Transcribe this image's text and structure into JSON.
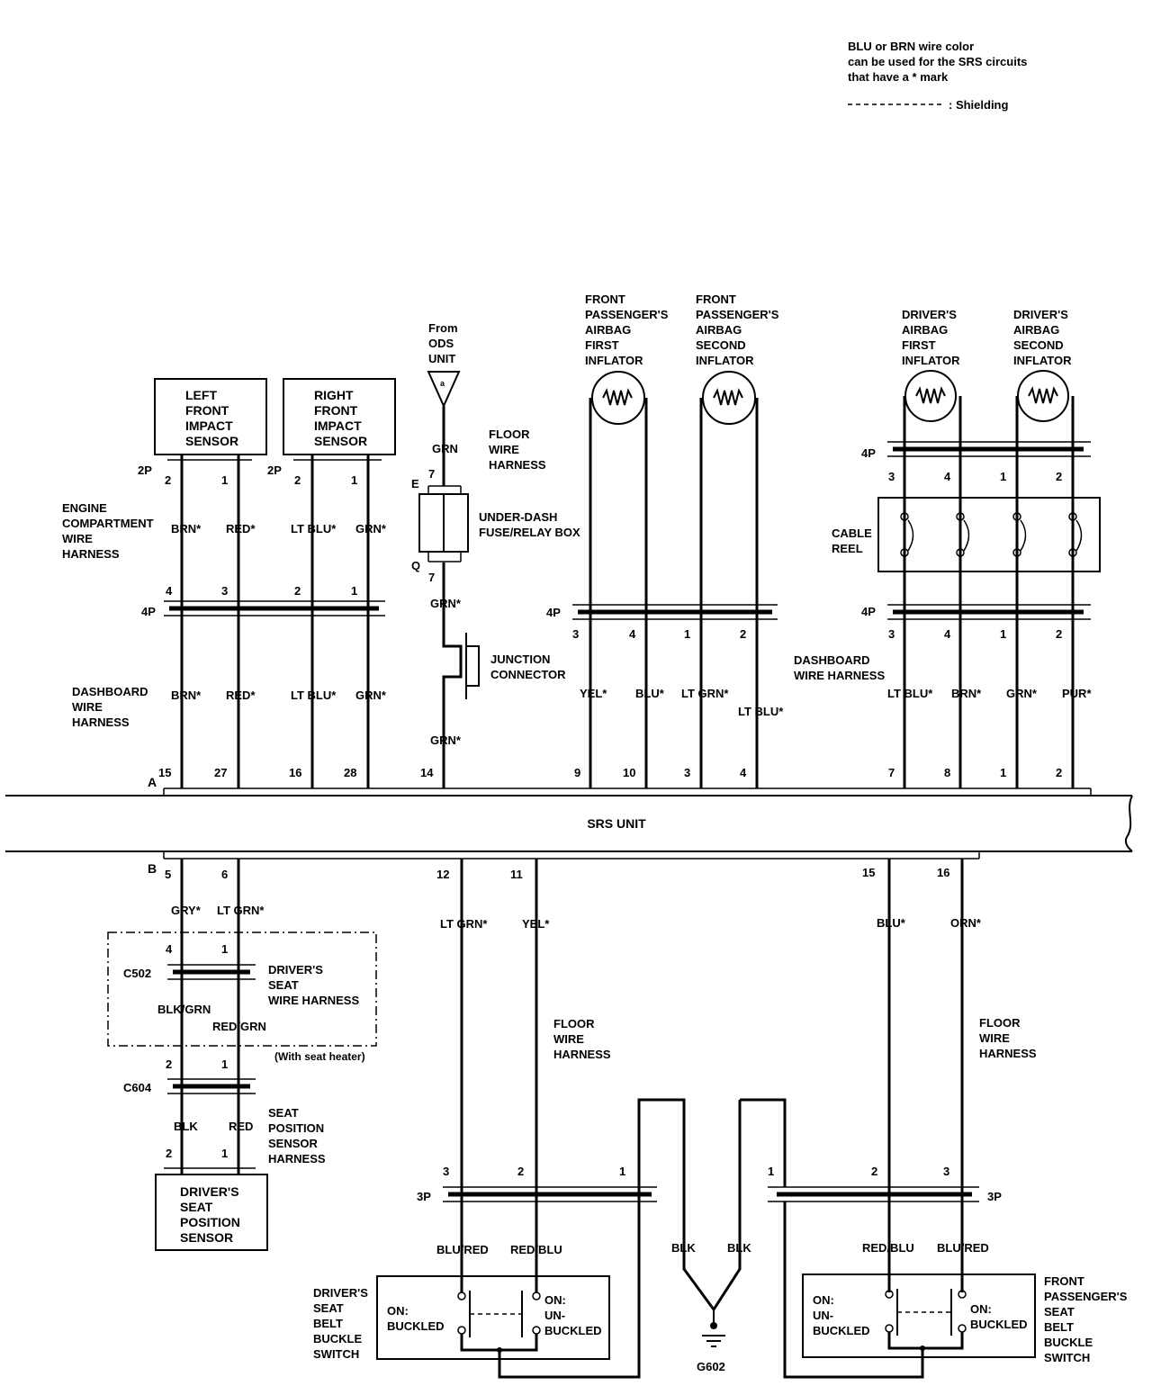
{
  "legend": {
    "note_line1": "BLU or BRN wire color",
    "note_line2": "can be used for the SRS circuits",
    "note_line3": "that have a * mark",
    "shielding": ": Shielding"
  },
  "srs_unit": "SRS UNIT",
  "connector_a": "A",
  "connector_b": "B",
  "left_sensor": [
    "LEFT",
    "FRONT",
    "IMPACT",
    "SENSOR"
  ],
  "right_sensor": [
    "RIGHT",
    "FRONT",
    "IMPACT",
    "SENSOR"
  ],
  "ods": [
    "From",
    "ODS",
    "UNIT"
  ],
  "ods_mark": "a",
  "floor_harness_top": [
    "FLOOR",
    "WIRE",
    "HARNESS"
  ],
  "under_dash": [
    "UNDER-DASH",
    "FUSE/RELAY BOX"
  ],
  "junction": [
    "JUNCTION",
    "CONNECTOR"
  ],
  "engine_harness": [
    "ENGINE",
    "COMPARTMENT",
    "WIRE",
    "HARNESS"
  ],
  "dashboard_harness_left": [
    "DASHBOARD",
    "WIRE",
    "HARNESS"
  ],
  "dashboard_harness_right": [
    "DASHBOARD",
    "WIRE HARNESS"
  ],
  "cable_reel": [
    "CABLE",
    "REEL"
  ],
  "pass_first": [
    "FRONT",
    "PASSENGER'S",
    "AIRBAG",
    "FIRST",
    "INFLATOR"
  ],
  "pass_second": [
    "FRONT",
    "PASSENGER'S",
    "AIRBAG",
    "SECOND",
    "INFLATOR"
  ],
  "drv_first": [
    "DRIVER'S",
    "AIRBAG",
    "FIRST",
    "INFLATOR"
  ],
  "drv_second": [
    "DRIVER'S",
    "AIRBAG",
    "SECOND",
    "INFLATOR"
  ],
  "conn_2p": "2P",
  "conn_4p": "4P",
  "conn_3p": "3P",
  "conn_e": "E",
  "conn_q": "Q",
  "pins_sensor_top": [
    "2",
    "1",
    "2",
    "1"
  ],
  "wires_engine": [
    "BRN*",
    "RED*",
    "LT BLU*",
    "GRN*"
  ],
  "pins_4p_left": [
    "4",
    "3",
    "2",
    "1"
  ],
  "wires_dash_left": [
    "BRN*",
    "RED*",
    "LT BLU*",
    "GRN*"
  ],
  "pins_a_left": [
    "15",
    "27",
    "16",
    "28",
    "14"
  ],
  "ods_wire_1": "GRN",
  "ods_pin_1": "7",
  "ods_pin_2": "7",
  "ods_wire_2": "GRN*",
  "ods_wire_3": "GRN*",
  "pins_4p_pass": [
    "3",
    "4",
    "1",
    "2"
  ],
  "wires_pass": [
    "YEL*",
    "BLU*",
    "LT GRN*",
    "LT BLU*"
  ],
  "pins_a_pass": [
    "9",
    "10",
    "3",
    "4"
  ],
  "pins_reel_top": [
    "3",
    "4",
    "1",
    "2"
  ],
  "pins_reel_bottom": [
    "3",
    "4",
    "1",
    "2"
  ],
  "wires_drv": [
    "LT BLU*",
    "BRN*",
    "GRN*",
    "PUR*"
  ],
  "pins_a_drv": [
    "7",
    "8",
    "1",
    "2"
  ],
  "pins_b_left": [
    "5",
    "6"
  ],
  "wires_b_left": [
    "GRY*",
    "LT GRN*"
  ],
  "c502": "C502",
  "c604": "C604",
  "pins_c502": [
    "4",
    "1"
  ],
  "wires_c502": [
    "BLK/GRN",
    "RED/GRN"
  ],
  "seat_harness": [
    "DRIVER'S",
    "SEAT",
    "WIRE HARNESS"
  ],
  "seat_heater": "(With seat heater)",
  "pins_c604": [
    "2",
    "1"
  ],
  "wires_c604": [
    "BLK",
    "RED"
  ],
  "seat_pos_harness": [
    "SEAT",
    "POSITION",
    "SENSOR",
    "HARNESS"
  ],
  "pins_sensor_bottom": [
    "2",
    "1"
  ],
  "seat_sensor": [
    "DRIVER'S",
    "SEAT",
    "POSITION",
    "SENSOR"
  ],
  "pins_b_drv": [
    "12",
    "11"
  ],
  "wires_b_drv": [
    "LT GRN*",
    "YEL*"
  ],
  "pins_b_pass": [
    "15",
    "16"
  ],
  "wires_b_pass": [
    "BLU*",
    "ORN*"
  ],
  "floor_harness_mid": [
    "FLOOR",
    "WIRE",
    "HARNESS"
  ],
  "floor_harness_right": [
    "FLOOR",
    "WIRE",
    "HARNESS"
  ],
  "pins_3p_drv": [
    "3",
    "2",
    "1"
  ],
  "pins_3p_pass": [
    "1",
    "2",
    "3"
  ],
  "wires_buckle_drv": [
    "BLU/RED",
    "RED/BLU"
  ],
  "wires_buckle_pass": [
    "RED/BLU",
    "BLU/RED"
  ],
  "wires_ground": [
    "BLK",
    "BLK"
  ],
  "ground": "G602",
  "drv_buckle": [
    "DRIVER'S",
    "SEAT",
    "BELT",
    "BUCKLE",
    "SWITCH"
  ],
  "pass_buckle": [
    "FRONT",
    "PASSENGER'S",
    "SEAT",
    "BELT",
    "BUCKLE",
    "SWITCH"
  ],
  "drv_on_buckled": [
    "ON:",
    "BUCKLED"
  ],
  "drv_on_unbuckled": [
    "ON:",
    "UN-",
    "BUCKLED"
  ],
  "pass_on_unbuckled": [
    "ON:",
    "UN-",
    "BUCKLED"
  ],
  "pass_on_buckled": [
    "ON:",
    "BUCKLED"
  ]
}
